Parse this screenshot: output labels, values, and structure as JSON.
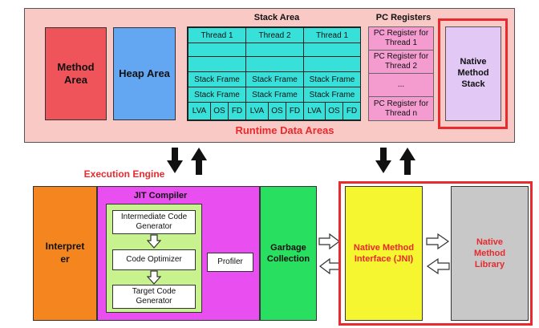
{
  "runtime_data_areas": {
    "label": "Runtime Data Areas",
    "method_area": "Method Area",
    "heap_area": "Heap Area",
    "stack_area": {
      "title": "Stack Area",
      "threads": [
        "Thread 1",
        "Thread 2",
        "Thread 1"
      ],
      "frame_label": "Stack Frame",
      "frame_parts": [
        "LVA",
        "OS",
        "FD"
      ]
    },
    "pc_registers": {
      "title": "PC Registers",
      "items": [
        "PC Register for Thread 1",
        "PC Register for Thread 2",
        "...",
        "PC Register for Thread n"
      ]
    },
    "native_method_stack": "Native Method Stack"
  },
  "execution_engine": {
    "label": "Execution Engine",
    "interpreter": "Interpret er",
    "jit_compiler": {
      "title": "JIT Compiler",
      "steps": [
        "Intermediate Code Generator",
        "Code Optimizer",
        "Target Code Generator"
      ],
      "profiler": "Profiler"
    },
    "garbage_collection": "Garbage Collection"
  },
  "native": {
    "jni": "Native Method Interface (JNI)",
    "library": "Native Method Library"
  },
  "colors": {
    "accent_red": "#e8292d",
    "runtime_bg": "#f9c9c6",
    "stack_cyan": "#38e0da",
    "pc_pink": "#f49bd0",
    "jit_magenta": "#e94ff0",
    "gc_green": "#28df60",
    "jni_yellow": "#f5f530"
  }
}
